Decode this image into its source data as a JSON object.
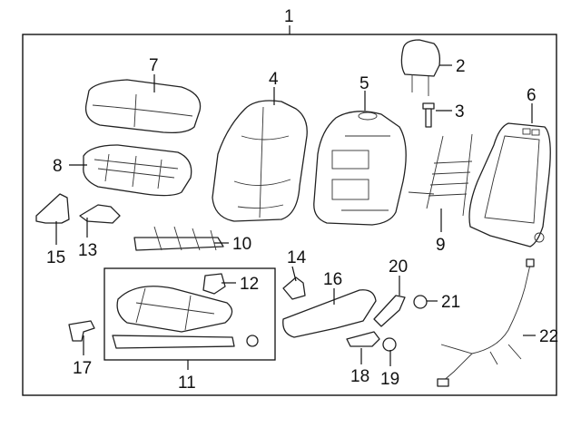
{
  "callouts": [
    "1",
    "2",
    "3",
    "4",
    "5",
    "6",
    "7",
    "8",
    "9",
    "10",
    "11",
    "12",
    "13",
    "14",
    "15",
    "16",
    "17",
    "18",
    "19",
    "20",
    "21",
    "22"
  ],
  "parts": {
    "p1": "frame-outline",
    "p2": "headrest",
    "p3": "guide",
    "p4": "back-cover",
    "p5": "back-pad",
    "p6": "back-frame",
    "p7": "cushion-cover",
    "p8": "cushion-pad",
    "p9": "lumbar-support",
    "p10": "cushion-frame-support",
    "p11": "adjuster-assembly",
    "p12": "motor",
    "p13": "bracket",
    "p14": "clip",
    "p15": "bracket",
    "p16": "side-shield",
    "p17": "knob",
    "p18": "recliner-handle",
    "p19": "cap",
    "p20": "recliner-lever",
    "p21": "cap",
    "p22": "wire-harness"
  }
}
